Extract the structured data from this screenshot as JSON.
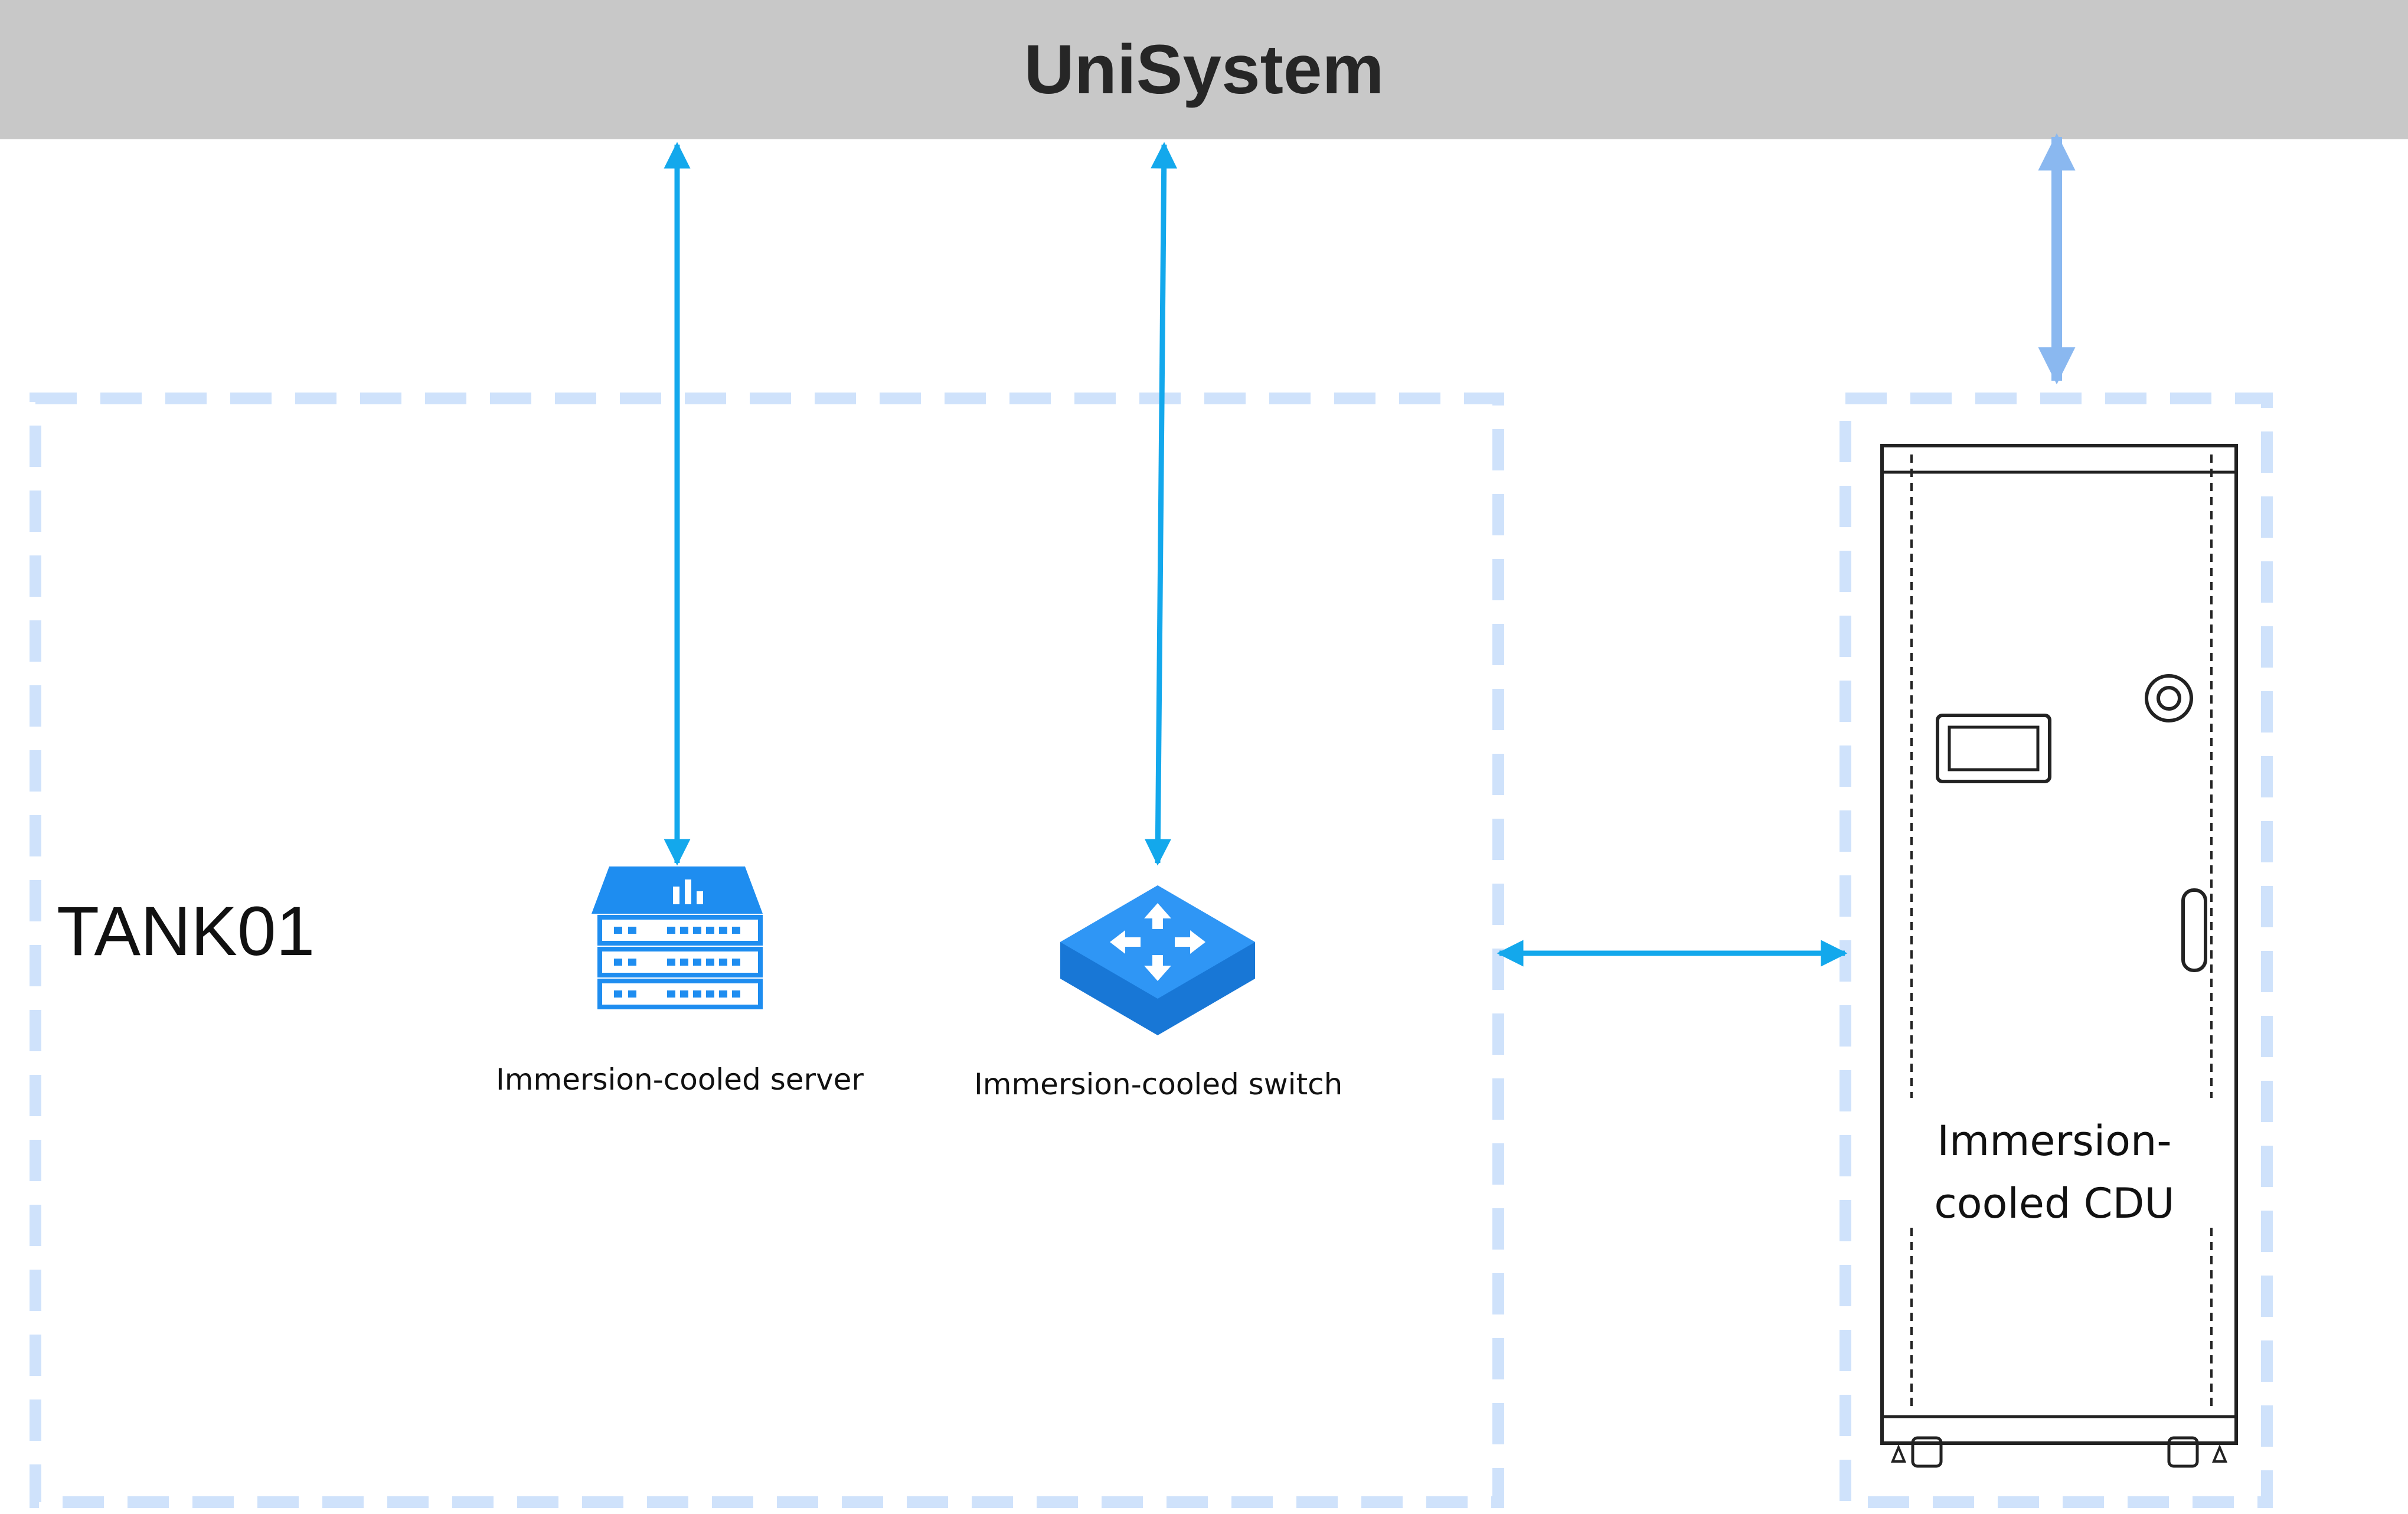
{
  "header": {
    "title": "UniSystem"
  },
  "tank": {
    "label": "TANK01"
  },
  "devices": {
    "server": {
      "label": "Immersion-cooled server",
      "icon": "server-icon"
    },
    "switch": {
      "label": "Immersion-cooled switch",
      "icon": "switch-icon"
    }
  },
  "cdu": {
    "label": "Immersion-cooled CDU",
    "icon": "cdu-cabinet-icon"
  },
  "colors": {
    "banner": "#c8c8c8",
    "arrow": "#13a8ec",
    "arrow_light": "#8ab8f0",
    "dash_border": "#cfe2fb",
    "icon_blue": "#1e8df0"
  }
}
